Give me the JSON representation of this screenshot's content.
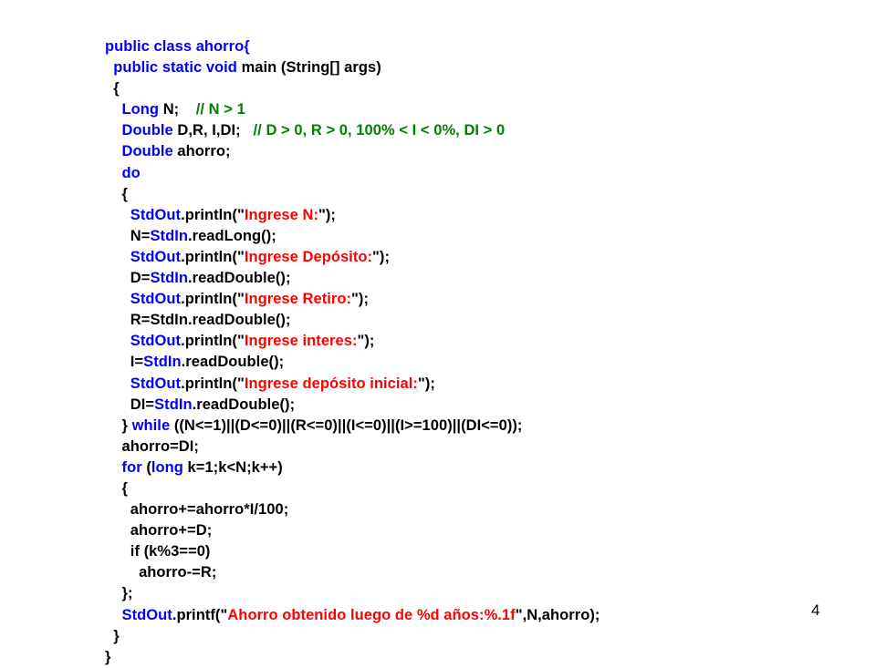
{
  "code_lines": [
    [
      {
        "t": "public class ahorro{",
        "k": "kw"
      }
    ],
    [
      {
        "t": "  public static void ",
        "k": "kw"
      },
      {
        "t": "main (String[] args)",
        "k": "plain"
      }
    ],
    [
      {
        "t": "  {",
        "k": "plain"
      }
    ],
    [
      {
        "t": "    Long ",
        "k": "kw"
      },
      {
        "t": "N;    ",
        "k": "plain"
      },
      {
        "t": "// N > 1",
        "k": "cmt"
      }
    ],
    [
      {
        "t": "    Double ",
        "k": "kw"
      },
      {
        "t": "D,R, I,DI;   ",
        "k": "plain"
      },
      {
        "t": "// D > 0, R > 0, 100% < I < 0%, DI > 0",
        "k": "cmt"
      }
    ],
    [
      {
        "t": "    Double ",
        "k": "kw"
      },
      {
        "t": "ahorro;",
        "k": "plain"
      }
    ],
    [
      {
        "t": "    do",
        "k": "kw"
      }
    ],
    [
      {
        "t": "    {",
        "k": "plain"
      }
    ],
    [
      {
        "t": "      StdOut",
        "k": "kw"
      },
      {
        "t": ".println(\"",
        "k": "plain"
      },
      {
        "t": "Ingrese N:",
        "k": "str"
      },
      {
        "t": "\");",
        "k": "plain"
      }
    ],
    [
      {
        "t": "      N=",
        "k": "plain"
      },
      {
        "t": "StdIn",
        "k": "kw"
      },
      {
        "t": ".readLong();",
        "k": "plain"
      }
    ],
    [
      {
        "t": "      StdOut",
        "k": "kw"
      },
      {
        "t": ".println(\"",
        "k": "plain"
      },
      {
        "t": "Ingrese Depósito:",
        "k": "str"
      },
      {
        "t": "\");",
        "k": "plain"
      }
    ],
    [
      {
        "t": "      D=",
        "k": "plain"
      },
      {
        "t": "StdIn",
        "k": "kw"
      },
      {
        "t": ".readDouble();",
        "k": "plain"
      }
    ],
    [
      {
        "t": "      StdOut",
        "k": "kw"
      },
      {
        "t": ".println(\"",
        "k": "plain"
      },
      {
        "t": "Ingrese Retiro:",
        "k": "str"
      },
      {
        "t": "\");",
        "k": "plain"
      }
    ],
    [
      {
        "t": "      R=StdIn.readDouble();",
        "k": "plain"
      }
    ],
    [
      {
        "t": "      StdOut",
        "k": "kw"
      },
      {
        "t": ".println(\"",
        "k": "plain"
      },
      {
        "t": "Ingrese interes:",
        "k": "str"
      },
      {
        "t": "\");",
        "k": "plain"
      }
    ],
    [
      {
        "t": "      I=",
        "k": "plain"
      },
      {
        "t": "StdIn",
        "k": "kw"
      },
      {
        "t": ".readDouble();",
        "k": "plain"
      }
    ],
    [
      {
        "t": "      StdOut",
        "k": "kw"
      },
      {
        "t": ".println(\"",
        "k": "plain"
      },
      {
        "t": "Ingrese depósito inicial:",
        "k": "str"
      },
      {
        "t": "\");",
        "k": "plain"
      }
    ],
    [
      {
        "t": "      DI=",
        "k": "plain"
      },
      {
        "t": "StdIn",
        "k": "kw"
      },
      {
        "t": ".readDouble();",
        "k": "plain"
      }
    ],
    [
      {
        "t": "    } ",
        "k": "plain"
      },
      {
        "t": "while ",
        "k": "kw"
      },
      {
        "t": "((N<=1)||(D<=0)||(R<=0)||(I<=0)||(I>=100)||(DI<=0));",
        "k": "plain"
      }
    ],
    [
      {
        "t": "    ahorro=DI;",
        "k": "plain"
      }
    ],
    [
      {
        "t": "    for ",
        "k": "kw"
      },
      {
        "t": "(",
        "k": "plain"
      },
      {
        "t": "long ",
        "k": "kw"
      },
      {
        "t": "k=1;k<N;k++)",
        "k": "plain"
      }
    ],
    [
      {
        "t": "    {",
        "k": "plain"
      }
    ],
    [
      {
        "t": "      ahorro+=ahorro*I/100;",
        "k": "plain"
      }
    ],
    [
      {
        "t": "      ahorro+=D;",
        "k": "plain"
      }
    ],
    [
      {
        "t": "      if (k%3==0)",
        "k": "plain"
      }
    ],
    [
      {
        "t": "        ahorro-=R;",
        "k": "plain"
      }
    ],
    [
      {
        "t": "    };",
        "k": "plain"
      }
    ],
    [
      {
        "t": "    StdOut",
        "k": "kw"
      },
      {
        "t": ".printf(\"",
        "k": "plain"
      },
      {
        "t": "Ahorro obtenido luego de %d años:%.1f",
        "k": "str"
      },
      {
        "t": "\",N,ahorro);",
        "k": "plain"
      }
    ],
    [
      {
        "t": "  }",
        "k": "plain"
      }
    ],
    [
      {
        "t": "}",
        "k": "plain"
      }
    ]
  ],
  "page_number": "4",
  "colors": {
    "keyword": "#0000ff",
    "string": "#ff0000",
    "comment": "#008000",
    "text": "#000000",
    "background": "#ffffff"
  }
}
